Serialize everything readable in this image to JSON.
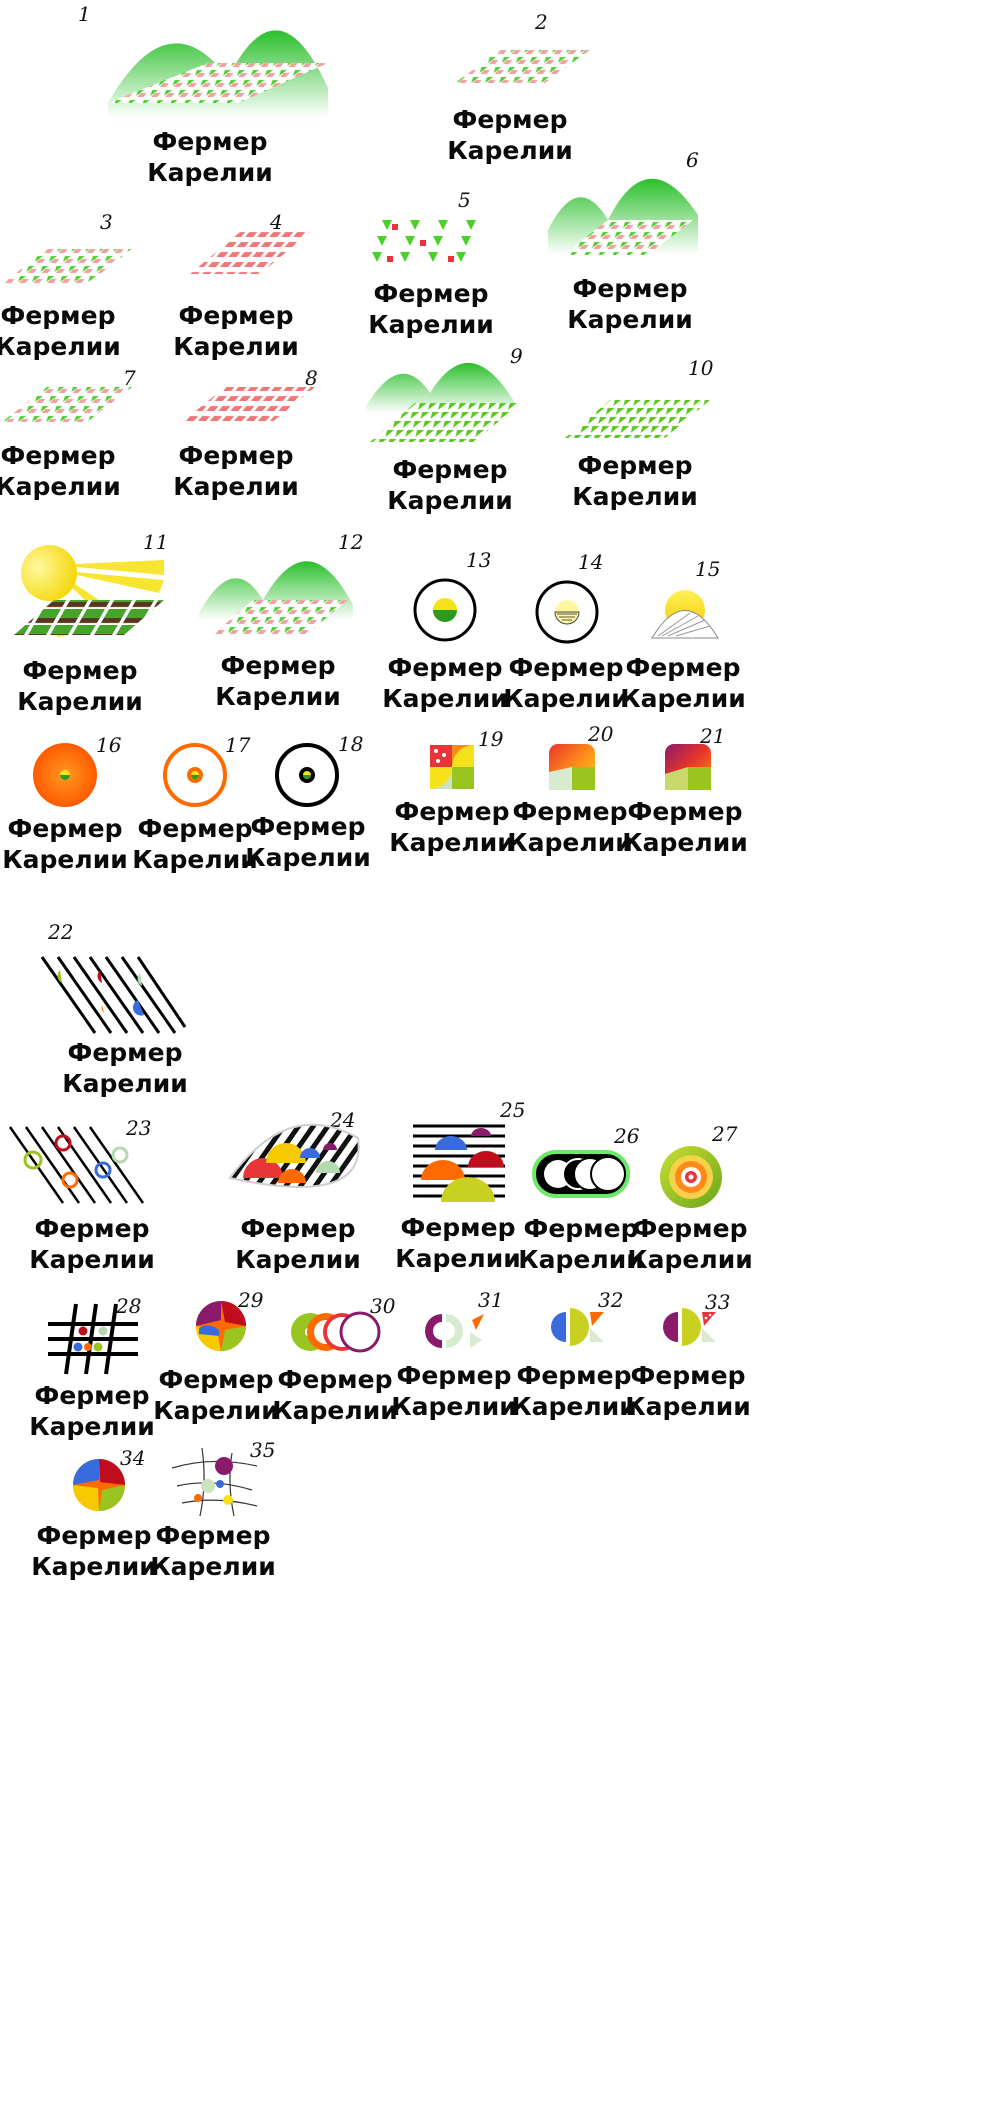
{
  "caption": {
    "line1": "Фермер",
    "line2": "Карелии"
  },
  "sketches": [
    {
      "number": "1"
    },
    {
      "number": "2"
    },
    {
      "number": "3"
    },
    {
      "number": "4"
    },
    {
      "number": "5"
    },
    {
      "number": "6"
    },
    {
      "number": "7"
    },
    {
      "number": "8"
    },
    {
      "number": "9"
    },
    {
      "number": "10"
    },
    {
      "number": "11"
    },
    {
      "number": "12"
    },
    {
      "number": "13"
    },
    {
      "number": "14"
    },
    {
      "number": "15"
    },
    {
      "number": "16"
    },
    {
      "number": "17"
    },
    {
      "number": "18"
    },
    {
      "number": "19"
    },
    {
      "number": "20"
    },
    {
      "number": "21"
    },
    {
      "number": "22"
    },
    {
      "number": "23"
    },
    {
      "number": "24"
    },
    {
      "number": "25"
    },
    {
      "number": "26"
    },
    {
      "number": "27"
    },
    {
      "number": "28"
    },
    {
      "number": "29"
    },
    {
      "number": "30"
    },
    {
      "number": "31"
    },
    {
      "number": "32"
    },
    {
      "number": "33"
    },
    {
      "number": "34"
    },
    {
      "number": "35"
    }
  ],
  "colors": {
    "green": "#39c43a",
    "red": "#e8353a",
    "orange": "#ff6a00",
    "yellow": "#f6e21b",
    "blue": "#3a6bdc",
    "purple": "#8a1b6a"
  }
}
